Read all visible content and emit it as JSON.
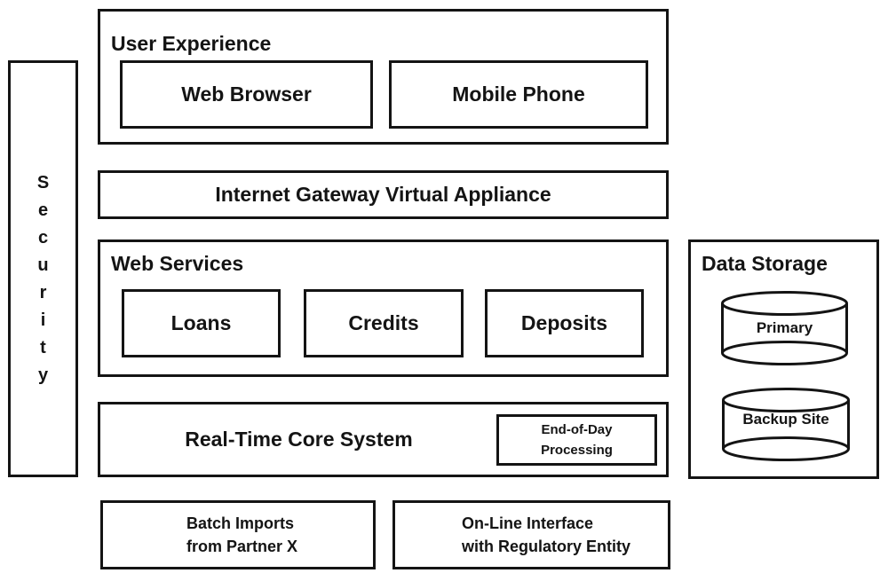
{
  "colors": {
    "background": "#ffffff",
    "line": "#141414",
    "text": "#141414"
  },
  "security": {
    "label": "Security",
    "letters": [
      "S",
      "e",
      "c",
      "u",
      "r",
      "i",
      "t",
      "y"
    ]
  },
  "user_experience": {
    "title": "User Experience",
    "web_browser": "Web Browser",
    "mobile_phone": "Mobile Phone"
  },
  "gateway": {
    "label": "Internet Gateway Virtual Appliance"
  },
  "web_services": {
    "title": "Web Services",
    "loans": "Loans",
    "credits": "Credits",
    "deposits": "Deposits"
  },
  "core_system": {
    "label": "Real-Time Core System",
    "end_of_day": {
      "line1": "End-of-Day",
      "line2": "Processing"
    }
  },
  "data_storage": {
    "title": "Data Storage",
    "primary": "Primary",
    "backup": "Backup Site"
  },
  "integrations": {
    "batch": {
      "line1": "Batch Imports",
      "line2": "from Partner X"
    },
    "online": {
      "line1": "On-Line Interface",
      "line2": "with Regulatory Entity"
    }
  }
}
